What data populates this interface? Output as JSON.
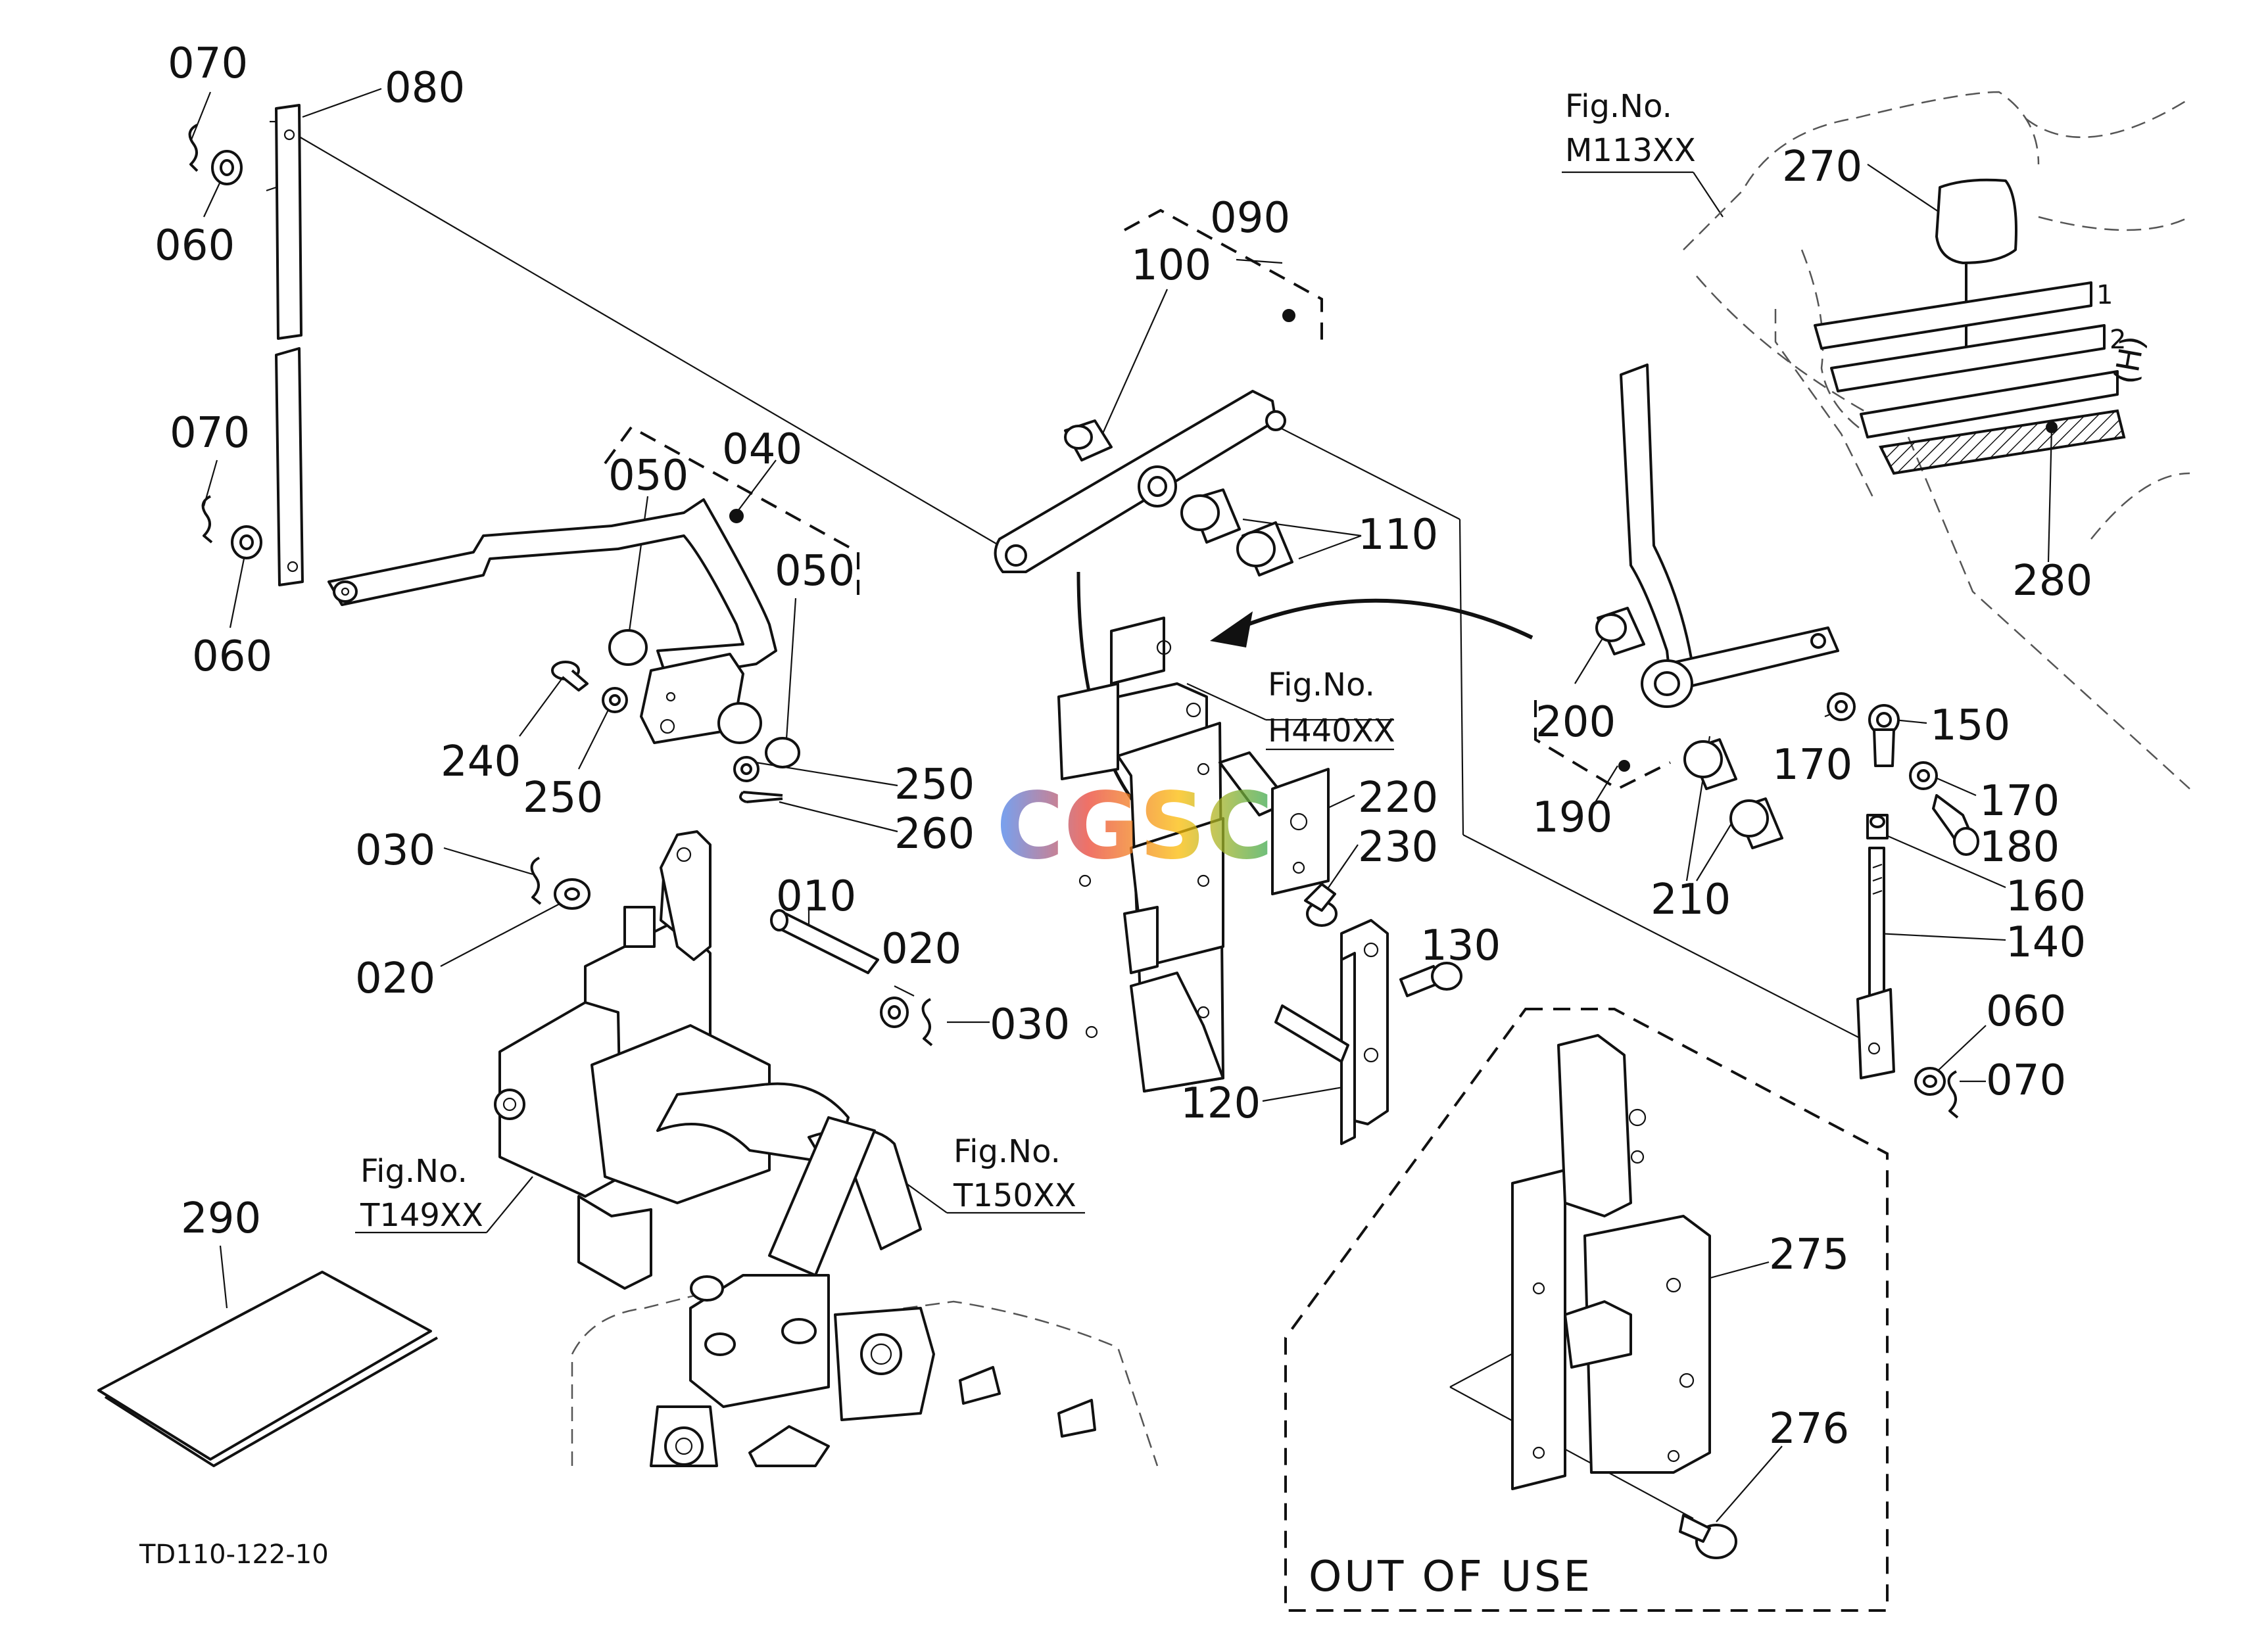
{
  "parts": {
    "p010": "010",
    "p020a": "020",
    "p020b": "020",
    "p030a": "030",
    "p030b": "030",
    "p040": "040",
    "p050a": "050",
    "p050b": "050",
    "p060a": "060",
    "p060b": "060",
    "p060c": "060",
    "p070a": "070",
    "p070b": "070",
    "p070c": "070",
    "p080": "080",
    "p090": "090",
    "p100": "100",
    "p110": "110",
    "p120": "120",
    "p130": "130",
    "p140": "140",
    "p150": "150",
    "p160": "160",
    "p170a": "170",
    "p170b": "170",
    "p180": "180",
    "p190": "190",
    "p200": "200",
    "p210": "210",
    "p220": "220",
    "p230": "230",
    "p240": "240",
    "p250a": "250",
    "p250b": "250",
    "p260": "260",
    "p270": "270",
    "p275": "275",
    "p276": "276",
    "p280": "280",
    "p290": "290"
  },
  "figure_refs": {
    "m113": {
      "line1": "Fig.No.",
      "line2": "M113XX"
    },
    "h440": {
      "line1": "Fig.No.",
      "line2": "H440XX"
    },
    "t149": {
      "line1": "Fig.No.",
      "line2": "T149XX"
    },
    "t150": {
      "line1": "Fig.No.",
      "line2": "T150XX"
    }
  },
  "gear_marks": [
    "1",
    "2",
    "(H)"
  ],
  "out_of_use_label": "OUT OF USE",
  "drawing_code": "TD110-122-10",
  "watermark": {
    "text": "CGSC",
    "colors": [
      "#4285F4",
      "#EA4335",
      "#FBBC05",
      "#34A853"
    ]
  }
}
